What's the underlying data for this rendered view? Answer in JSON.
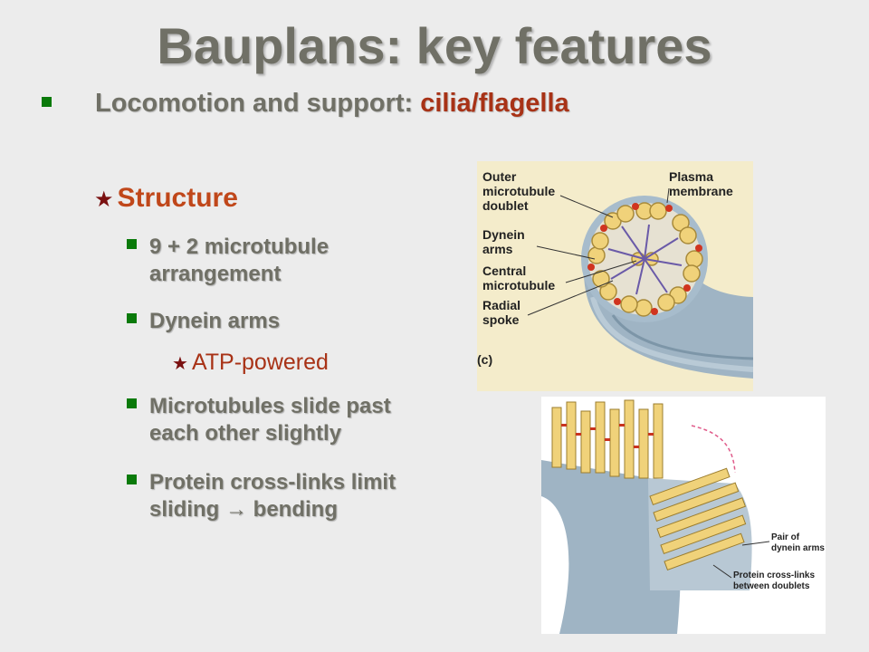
{
  "slide": {
    "title": "Bauplans: key features",
    "subtitle_prefix": "Locomotion and support: ",
    "subtitle_highlight": "cilia/flagella",
    "heading": "Structure",
    "bullets": [
      {
        "line1": "9 + 2 microtubule",
        "line2": "arrangement"
      },
      {
        "line1": "Dynein arms",
        "line2": ""
      },
      {
        "line1": "Microtubules slide past",
        "line2": "each other slightly"
      },
      {
        "line1": "Protein cross-links limit",
        "line2": "sliding → bending"
      }
    ],
    "sub_bullet": "ATP-powered"
  },
  "figure_top": {
    "labels": [
      "Outer",
      "microtubule",
      "doublet",
      "Dynein",
      "arms",
      "Central",
      "microtubule",
      "Radial",
      "spoke",
      "Plasma",
      "membrane",
      "(c)"
    ]
  },
  "figure_bottom": {
    "labels": [
      "Pair of",
      "dynein arms",
      "Protein cross-links",
      "between doublets"
    ]
  },
  "colors": {
    "title": "#707066",
    "accent_red": "#a83216",
    "bullet_green": "#0a7a0a"
  }
}
